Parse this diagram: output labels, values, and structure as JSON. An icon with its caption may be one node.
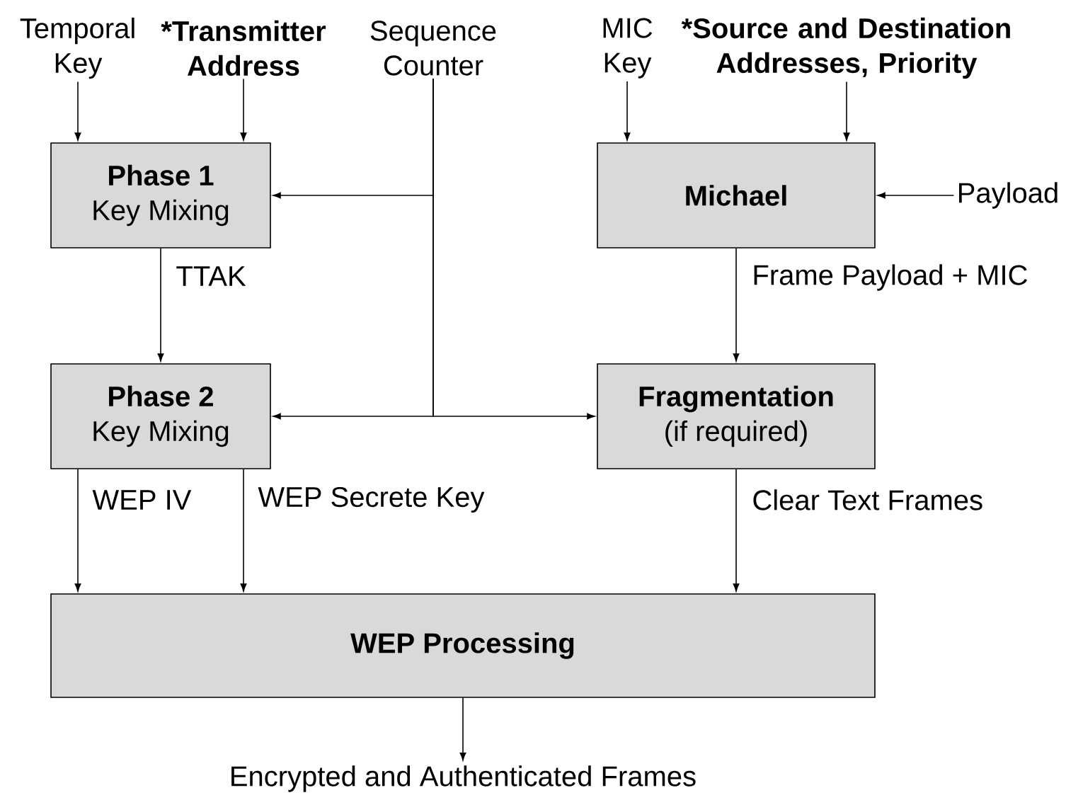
{
  "diagram": {
    "nodes": [
      {
        "text": [
          "Temporal Key"
        ]
      },
      {
        "text": [
          "*Transmitter Address"
        ]
      },
      {
        "text": [
          "Sequence Counter"
        ]
      },
      {
        "text": [
          "MIC Key"
        ]
      },
      {
        "text": [
          "*Source and Destination Addresses, Priority"
        ]
      },
      {
        "text": [
          "Phase 1",
          "Key Mixing"
        ]
      },
      {
        "text": [
          "Michael"
        ]
      },
      {
        "text": [
          "Payload"
        ]
      },
      {
        "text": [
          "Phase 2",
          "Key Mixing"
        ]
      },
      {
        "text": [
          "Fragmentation",
          "(if required)"
        ]
      },
      {
        "text": [
          "WEP Processing"
        ]
      },
      {
        "text": [
          "Encrypted and Authenticated Frames"
        ]
      }
    ],
    "edges": [
      {
        "from": 0,
        "to": 5,
        "arrow": "to"
      },
      {
        "from": 1,
        "to": 5,
        "arrow": "to"
      },
      {
        "from": 2,
        "to": 5,
        "arrow": "to"
      },
      {
        "from": 2,
        "to": 8,
        "arrow": "to"
      },
      {
        "from": 2,
        "to": 9,
        "arrow": "to"
      },
      {
        "from": 3,
        "to": 6,
        "arrow": "to"
      },
      {
        "from": 4,
        "to": 6,
        "arrow": "to"
      },
      {
        "from": 7,
        "to": 6,
        "arrow": "to"
      },
      {
        "from": 5,
        "to": 8,
        "arrow": "to",
        "label": "TTAK"
      },
      {
        "from": 6,
        "to": 9,
        "arrow": "to",
        "label": "Frame Payload + MIC"
      },
      {
        "from": 8,
        "to": 10,
        "arrow": "to",
        "label": "WEP IV"
      },
      {
        "from": 8,
        "to": 10,
        "arrow": "to",
        "label": "WEP Secrete Key"
      },
      {
        "from": 9,
        "to": 10,
        "arrow": "to",
        "label": "Clear Text Frames"
      },
      {
        "from": 10,
        "to": 11,
        "arrow": "to"
      }
    ]
  }
}
